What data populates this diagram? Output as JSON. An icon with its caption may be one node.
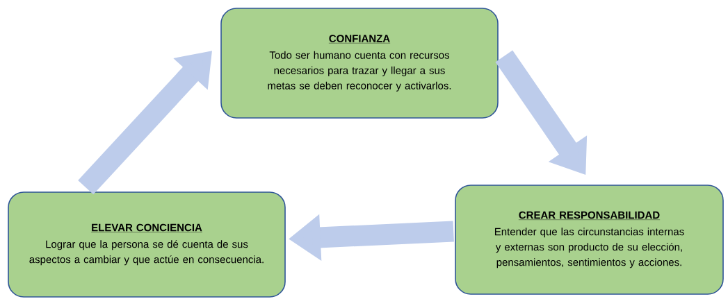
{
  "diagram": {
    "nodes": [
      {
        "text": [
          "CONFIANZA",
          "Todo ser humano cuenta con recursos necesarios para trazar y llegar a sus metas se deben reconocer y activarlos."
        ]
      },
      {
        "text": [
          "CREAR RESPONSABILIDAD",
          "Entender que las circunstancias internas y externas son producto de su elección, pensamientos, sentimientos y acciones."
        ]
      },
      {
        "text": [
          "ELEVAR CONCIENCIA",
          "Lograr que la persona se dé cuenta de sus aspectos a cambiar y que actúe en consecuencia."
        ]
      }
    ],
    "edges": [
      {
        "from": 0,
        "to": 1,
        "arrow": "to"
      },
      {
        "from": 1,
        "to": 2,
        "arrow": "to"
      },
      {
        "from": 2,
        "to": 0,
        "arrow": "to"
      }
    ]
  }
}
